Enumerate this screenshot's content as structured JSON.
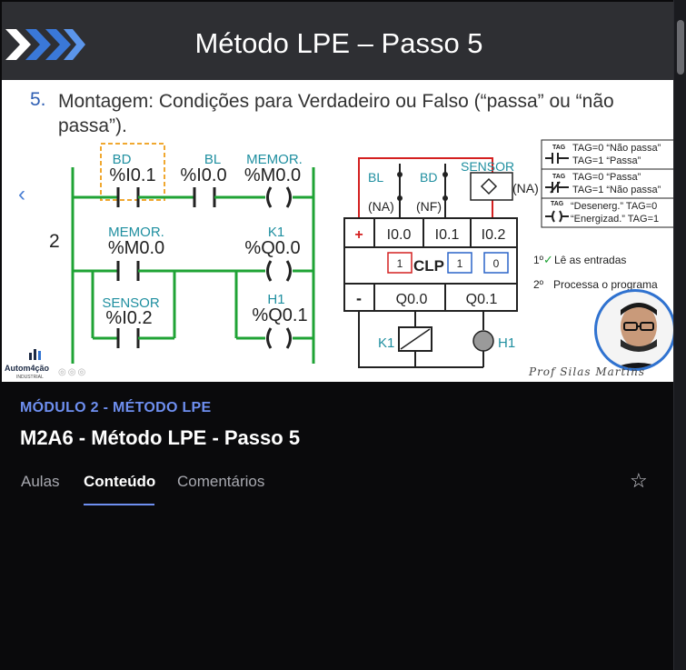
{
  "video": {
    "title": "Método LPE – Passo 5",
    "step_number": "5.",
    "heading": "Montagem: Condições para Verdadeiro ou Falso (“passa” ou “não passa”).",
    "ladder": {
      "rung_number": "2",
      "contacts": [
        {
          "tag": "BD",
          "addr": "%I0.1"
        },
        {
          "tag": "BL",
          "addr": "%I0.0"
        },
        {
          "tag": "MEMOR.",
          "addr": "%M0.0"
        },
        {
          "tag": "MEMOR.",
          "addr": "%M0.0"
        },
        {
          "tag": "K1",
          "addr": "%Q0.0"
        },
        {
          "tag": "SENSOR",
          "addr": "%I0.2"
        },
        {
          "tag": "H1",
          "addr": "%Q0.1"
        }
      ]
    },
    "plc": {
      "inputs_labels": [
        "BL",
        "BD",
        "SENSOR"
      ],
      "inputs_types": [
        "(NA)",
        "(NF)",
        "(NA)"
      ],
      "plus": "+",
      "minus": "-",
      "inputs": [
        "I0.0",
        "I0.1",
        "I0.2"
      ],
      "states": [
        "1",
        "1",
        "0"
      ],
      "clp_label": "CLP",
      "outputs": [
        "Q0.0",
        "Q0.1"
      ],
      "loads": [
        "K1",
        "H1"
      ]
    },
    "legend": {
      "row1_tag": "TAG",
      "row1_a": "TAG=0 “Não passa”",
      "row1_b": "TAG=1 “Passa”",
      "row2_tag": "TAG",
      "row2_a": "TAG=0 “Passa”",
      "row2_b": "TAG=1 “Não passa”",
      "row3_tag": "TAG",
      "row3_a": "“Desenerg.” TAG=0",
      "row3_b": "“Energizad.” TAG=1"
    },
    "process_steps": {
      "step1": "1º",
      "step1_text": "Lê as entradas",
      "step2": "2º",
      "step2_text": "Processa o programa"
    },
    "brand": "Autom4ção",
    "brand_sub": "INDUSTRIAL",
    "signature": "Prof Silas Martins"
  },
  "course": {
    "module": "MÓDULO 2 - MÉTODO LPE",
    "lesson_title": "M2A6 - Método LPE - Passo 5"
  },
  "tabs": [
    {
      "label": "Aulas"
    },
    {
      "label": "Conteúdo"
    },
    {
      "label": "Comentários"
    }
  ],
  "icons": {
    "star": "star-icon",
    "prev": "chevron-left-icon",
    "next": "chevron-right-icon"
  },
  "colors": {
    "accent": "#6e8ff0",
    "header": "#2e2f33",
    "rail": "#1fa335"
  }
}
